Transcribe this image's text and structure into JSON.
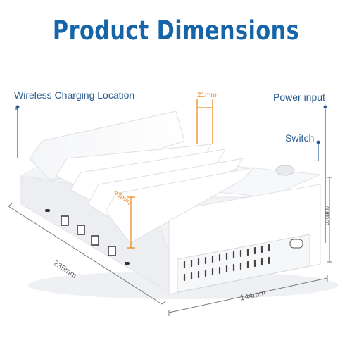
{
  "title": "Product Dimensions",
  "labels": {
    "wireless_charging": "Wireless Charging Location",
    "power_input": "Power input",
    "switch": "Switch"
  },
  "dimensions": {
    "slot_gap": "21mm",
    "slot_height": "43mm",
    "length": "235mm",
    "width": "144mm",
    "height": "70mm"
  },
  "colors": {
    "title": "#1565a8",
    "callout_line": "#2a5b8f",
    "orange_dim": "#ee8a22"
  }
}
